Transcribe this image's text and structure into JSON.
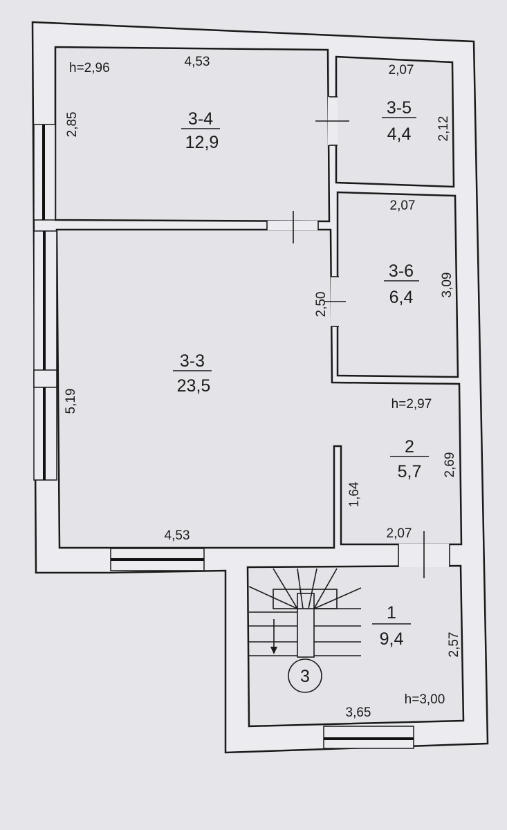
{
  "rooms": [
    {
      "id": "3-4",
      "area": "12,9",
      "height": "h=2,96",
      "dims": [
        "4,53",
        "2,85"
      ]
    },
    {
      "id": "3-5",
      "area": "4,4",
      "dims": [
        "2,07",
        "2,12"
      ]
    },
    {
      "id": "3-6",
      "area": "6,4",
      "dims": [
        "2,07",
        "3,09",
        "2,50"
      ]
    },
    {
      "id": "3-3",
      "area": "23,5",
      "dims": [
        "5,19",
        "4,53"
      ]
    },
    {
      "id": "2",
      "area": "5,7",
      "height": "h=2,97",
      "dims": [
        "2,69",
        "1,64",
        "2,07"
      ]
    },
    {
      "id": "1",
      "area": "9,4",
      "height": "h=3,00",
      "dims": [
        "2,57",
        "3,65"
      ]
    }
  ],
  "stair_marker": "3",
  "colors": {
    "paper": "#e6e5ea",
    "line": "#1a1a1a"
  }
}
